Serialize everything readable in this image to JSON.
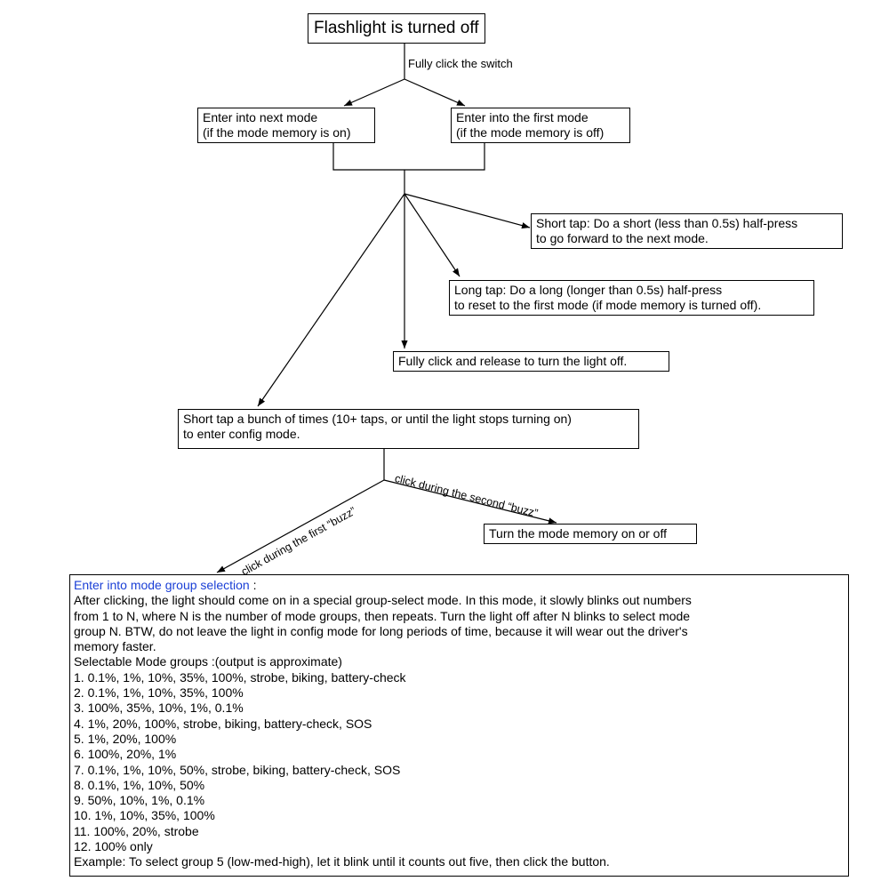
{
  "nodes": {
    "start": "Flashlight is turned off",
    "next_mode": [
      "Enter into next mode",
      "(if the mode memory is on)"
    ],
    "first_mode": [
      "Enter into the first mode",
      "(if the mode memory is off)"
    ],
    "short_tap": [
      "Short tap: Do a short (less than 0.5s) half-press",
      "to go forward to the next mode."
    ],
    "long_tap": [
      "Long tap: Do a long (longer than 0.5s) half-press",
      "to reset to the first mode (if mode memory is turned off)."
    ],
    "turn_off": "Fully click and release to turn the light off.",
    "config": [
      "Short tap a bunch of times (10+ taps, or until the light stops turning on)",
      "to enter config mode."
    ],
    "memory_toggle": "Turn the mode memory on or off"
  },
  "edge_labels": {
    "fully_click": "Fully click the switch",
    "first_buzz": "click during the first “buzz”",
    "second_buzz": "click during the second “buzz”"
  },
  "mode_group": {
    "heading": "Enter into mode group selection",
    "heading_suffix": " :",
    "description": [
      "After clicking, the light should come on in a special group-select mode.  In this mode, it slowly blinks out numbers",
      "from 1 to N, where N is the number of mode groups, then repeats.  Turn the light off after N blinks to select mode",
      "group N.  BTW, do not leave the light in config mode for long periods of time, because it will wear out the driver's",
      "memory faster."
    ],
    "groups_title": "Selectable Mode groups :(output is approximate)",
    "groups": [
      "1. 0.1%, 1%, 10%, 35%, 100%, strobe, biking, battery-check",
      "2. 0.1%, 1%, 10%, 35%, 100%",
      "3. 100%, 35%, 10%, 1%, 0.1%",
      "4. 1%, 20%, 100%, strobe, biking, battery-check, SOS",
      "5. 1%, 20%, 100%",
      "6. 100%, 20%, 1%",
      "7. 0.1%, 1%, 10%, 50%, strobe, biking, battery-check, SOS",
      "8. 0.1%, 1%, 10%, 50%",
      "9. 50%, 10%, 1%, 0.1%",
      "10. 1%, 10%, 35%, 100%",
      "11. 100%, 20%, strobe",
      "12. 100% only"
    ],
    "example": "Example: To select group 5 (low-med-high), let it blink until it counts out five, then click the button."
  },
  "colors": {
    "heading": "#1a3fd6",
    "line": "#000000"
  }
}
